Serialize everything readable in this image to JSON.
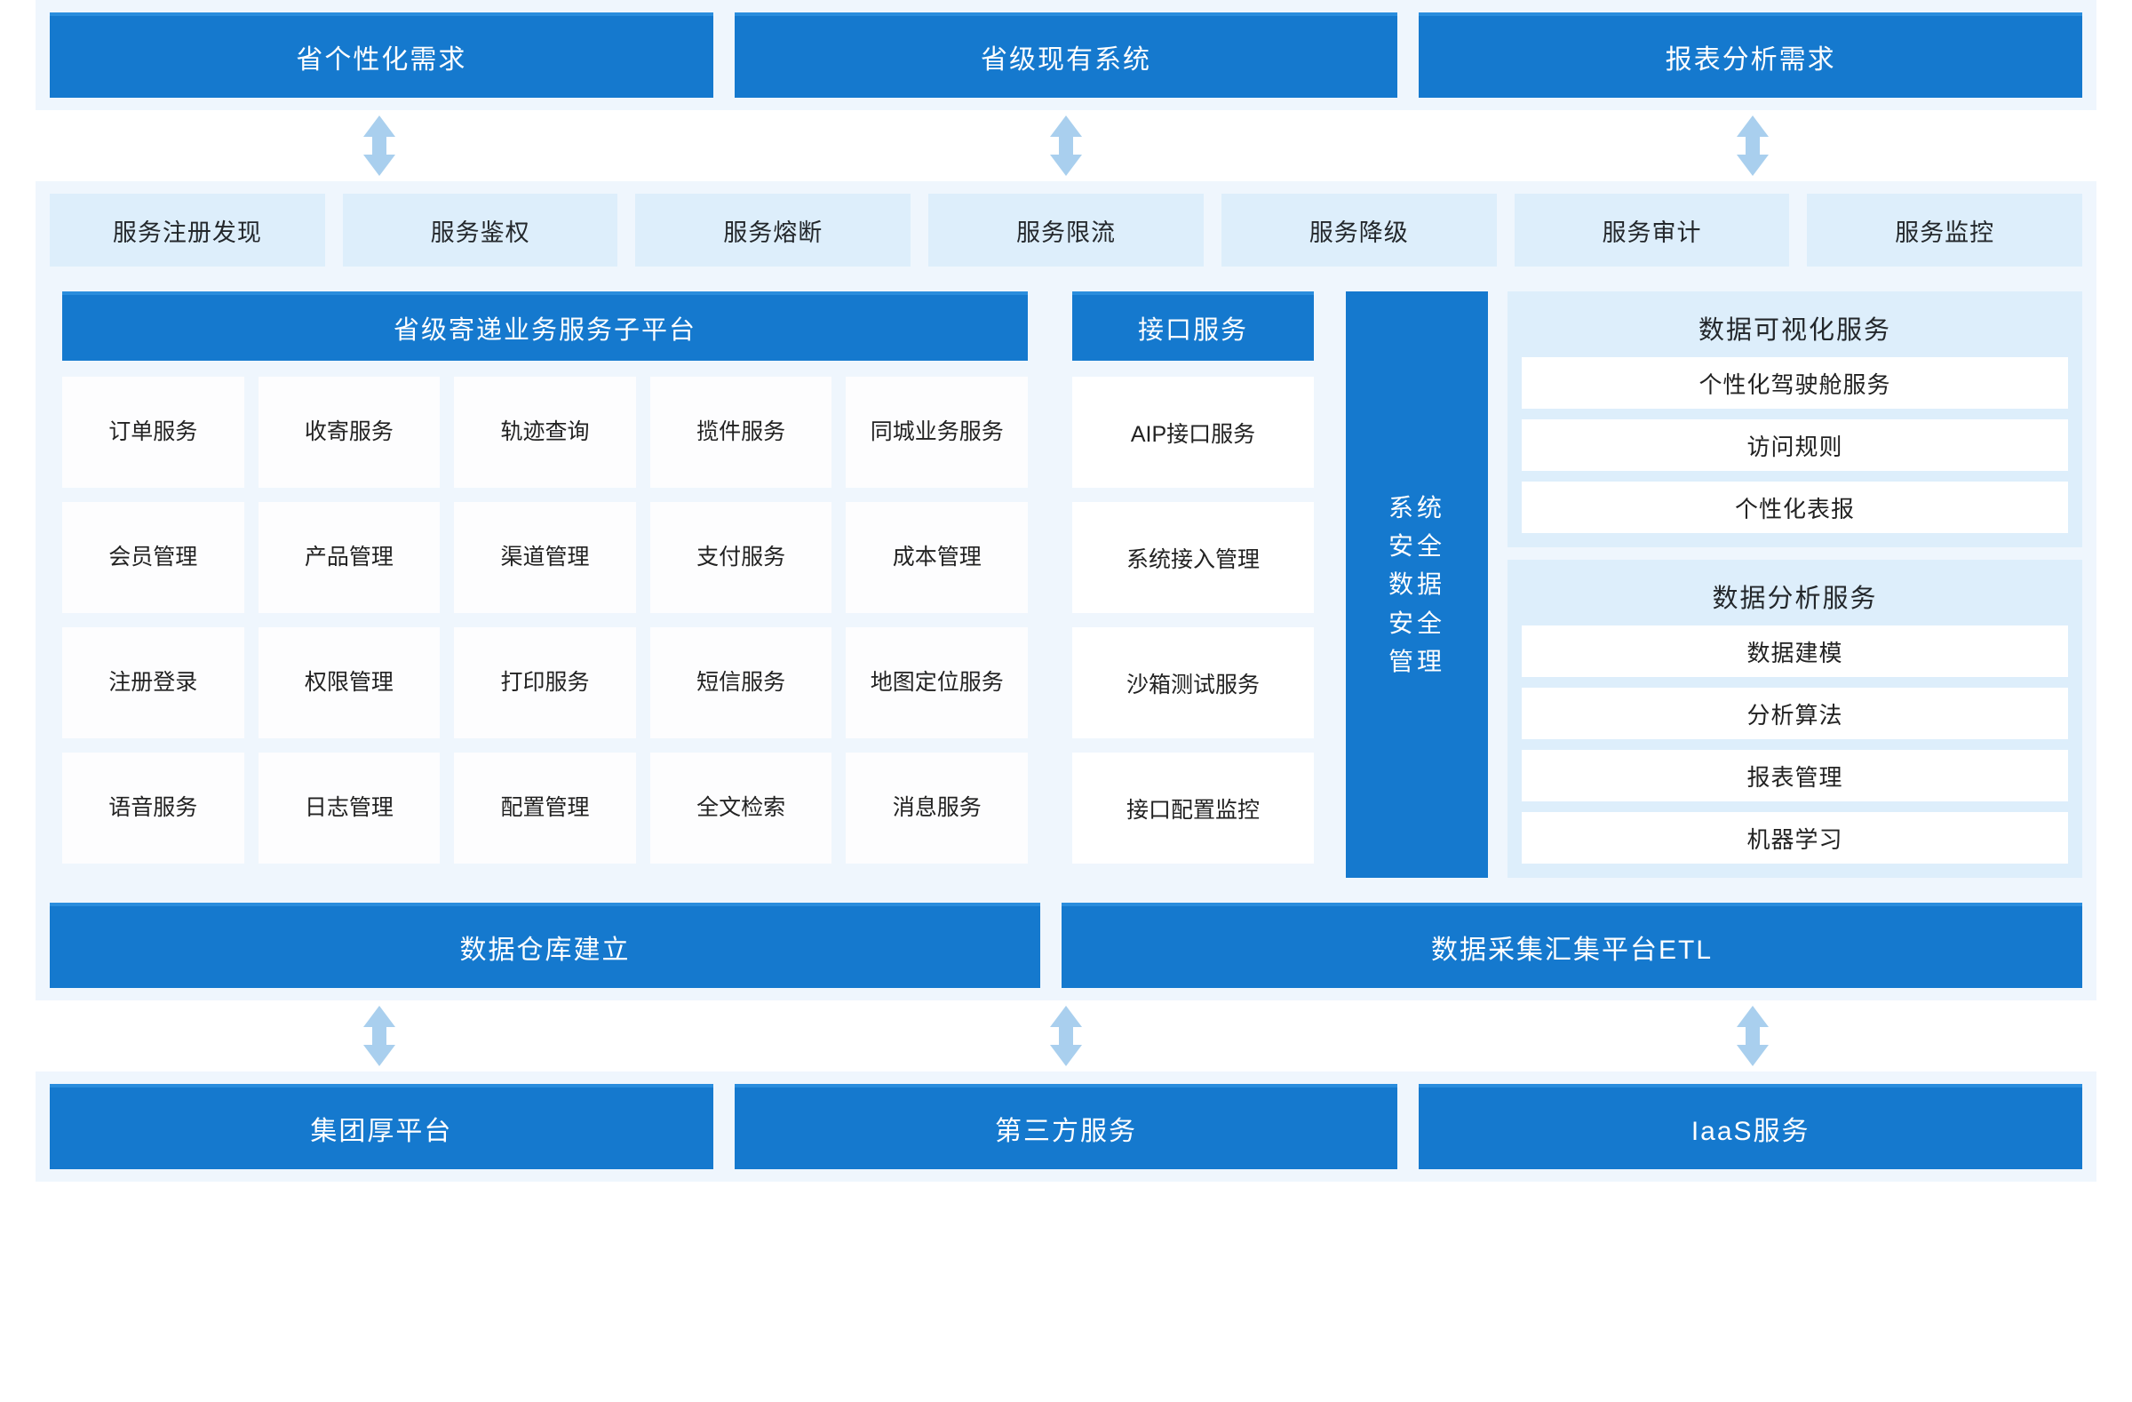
{
  "colors": {
    "primary_blue": "#1579ce",
    "blue_top_edge": "#2a8ddd",
    "band_bg": "#eff6fd",
    "tile_light_blue": "#ddeefb",
    "tile_white": "#fdfdfe",
    "arrow_blue": "#a9cfee"
  },
  "top_row": {
    "boxes": [
      {
        "label": "省个性化需求"
      },
      {
        "label": "省级现有系统"
      },
      {
        "label": "报表分析需求"
      }
    ]
  },
  "arrows_top": {
    "icon": "double-arrow-vertical-icon",
    "count": 3
  },
  "governance": {
    "items": [
      {
        "label": "服务注册发现"
      },
      {
        "label": "服务鉴权"
      },
      {
        "label": "服务熔断"
      },
      {
        "label": "服务限流"
      },
      {
        "label": "服务降级"
      },
      {
        "label": "服务审计"
      },
      {
        "label": "服务监控"
      }
    ]
  },
  "main": {
    "business_platform": {
      "title": "省级寄递业务服务子平台",
      "tiles": [
        {
          "label": "订单服务"
        },
        {
          "label": "收寄服务"
        },
        {
          "label": "轨迹查询"
        },
        {
          "label": "揽件服务"
        },
        {
          "label": "同城业务服务"
        },
        {
          "label": "会员管理"
        },
        {
          "label": "产品管理"
        },
        {
          "label": "渠道管理"
        },
        {
          "label": "支付服务"
        },
        {
          "label": "成本管理"
        },
        {
          "label": "注册登录"
        },
        {
          "label": "权限管理"
        },
        {
          "label": "打印服务"
        },
        {
          "label": "短信服务"
        },
        {
          "label": "地图定位服务"
        },
        {
          "label": "语音服务"
        },
        {
          "label": "日志管理"
        },
        {
          "label": "配置管理"
        },
        {
          "label": "全文检索"
        },
        {
          "label": "消息服务"
        }
      ]
    },
    "interface_services": {
      "title": "接口服务",
      "items": [
        {
          "label": "AIP接口服务"
        },
        {
          "label": "系统接入管理"
        },
        {
          "label": "沙箱测试服务"
        },
        {
          "label": "接口配置监控"
        }
      ]
    },
    "security_bar": {
      "lines": [
        "系统",
        "安全",
        "数据",
        "安全",
        "管理"
      ]
    },
    "visualization_panel": {
      "title": "数据可视化服务",
      "rows": [
        {
          "label": "个性化驾驶舱服务"
        },
        {
          "label": "访问规则"
        },
        {
          "label": "个性化表报"
        }
      ]
    },
    "analysis_panel": {
      "title": "数据分析服务",
      "rows": [
        {
          "label": "数据建模"
        },
        {
          "label": "分析算法"
        },
        {
          "label": "报表管理"
        },
        {
          "label": "机器学习"
        }
      ]
    }
  },
  "data_row": {
    "boxes": [
      {
        "label": "数据仓库建立"
      },
      {
        "label": "数据采集汇集平台ETL"
      }
    ]
  },
  "arrows_bottom": {
    "icon": "double-arrow-vertical-icon",
    "count": 3
  },
  "bottom_row": {
    "boxes": [
      {
        "label": "集团厚平台"
      },
      {
        "label": "第三方服务"
      },
      {
        "label": "IaaS服务"
      }
    ]
  }
}
